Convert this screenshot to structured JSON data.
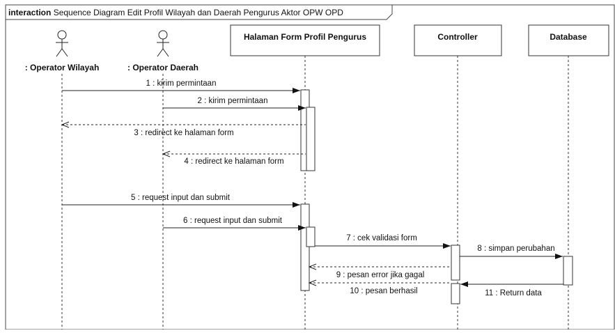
{
  "frame": {
    "keyword": "interaction",
    "title": "Sequence Diagram Edit Profil Wilayah dan Daerah Pengurus Aktor OPW OPD"
  },
  "actors": [
    {
      "id": "a1",
      "label": ": Operator Wilayah"
    },
    {
      "id": "a2",
      "label": ": Operator Daerah"
    }
  ],
  "objects": [
    {
      "id": "o1",
      "label": "Halaman Form Profil Pengurus"
    },
    {
      "id": "o2",
      "label": "Controller"
    },
    {
      "id": "o3",
      "label": "Database"
    }
  ],
  "messages": [
    {
      "label": "1 : kirim permintaan",
      "type": "sync"
    },
    {
      "label": "2 : kirim permintaan",
      "type": "sync"
    },
    {
      "label": "3 : redirect ke halaman form",
      "type": "return"
    },
    {
      "label": "4 : redirect ke halaman form",
      "type": "return"
    },
    {
      "label": "5 : request input dan submit",
      "type": "sync"
    },
    {
      "label": "6 : request input dan submit",
      "type": "sync"
    },
    {
      "label": "7 : cek validasi form",
      "type": "sync"
    },
    {
      "label": "8 : simpan perubahan",
      "type": "sync"
    },
    {
      "label": "9 : pesan error jika gagal",
      "type": "return"
    },
    {
      "label": "10 : pesan berhasil",
      "type": "return"
    },
    {
      "label": "11 : Return data",
      "type": "sync"
    }
  ]
}
